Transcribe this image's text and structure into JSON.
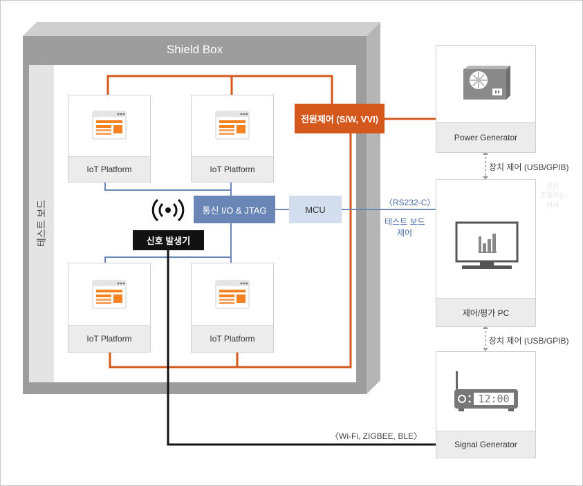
{
  "shield_box": {
    "title": "Shield Box"
  },
  "test_board": {
    "label": "테스트 보드"
  },
  "iot_platforms": [
    {
      "label": "IoT Platform"
    },
    {
      "label": "IoT Platform"
    },
    {
      "label": "IoT Platform"
    },
    {
      "label": "IoT Platform"
    }
  ],
  "power_control": {
    "label": "전원제어 (S/W, VVI)"
  },
  "comm_jtag": {
    "label": "통신 I/O & JTAG"
  },
  "mcu": {
    "label": "MCU"
  },
  "signal_gen_tag": {
    "label": "신호 발생기"
  },
  "power_generator": {
    "label": "Power Generator"
  },
  "control_pc": {
    "label": "제어/평가 PC"
  },
  "signal_generator": {
    "label": "Signal Generator",
    "display": "12:00"
  },
  "links": {
    "power_pc": "장치 제어 (USB/GPIB)",
    "pc_signal": "장치 제어 (USB/GPIB)",
    "rs232": "〈RS232-C〉",
    "board_control_1": "테스트 보드",
    "board_control_2": "제어",
    "wireless": "〈Wi-Fi, ZIGBEE, BLE〉",
    "pc_note_1": "신신",
    "pc_note_2": "조절하는",
    "pc_note_3": "센서"
  },
  "colors": {
    "power_line": "#d4571b",
    "signal_line": "#6a86b6",
    "mcu_fill": "#d2ddee",
    "shield_gray": "#9d9d9d"
  }
}
